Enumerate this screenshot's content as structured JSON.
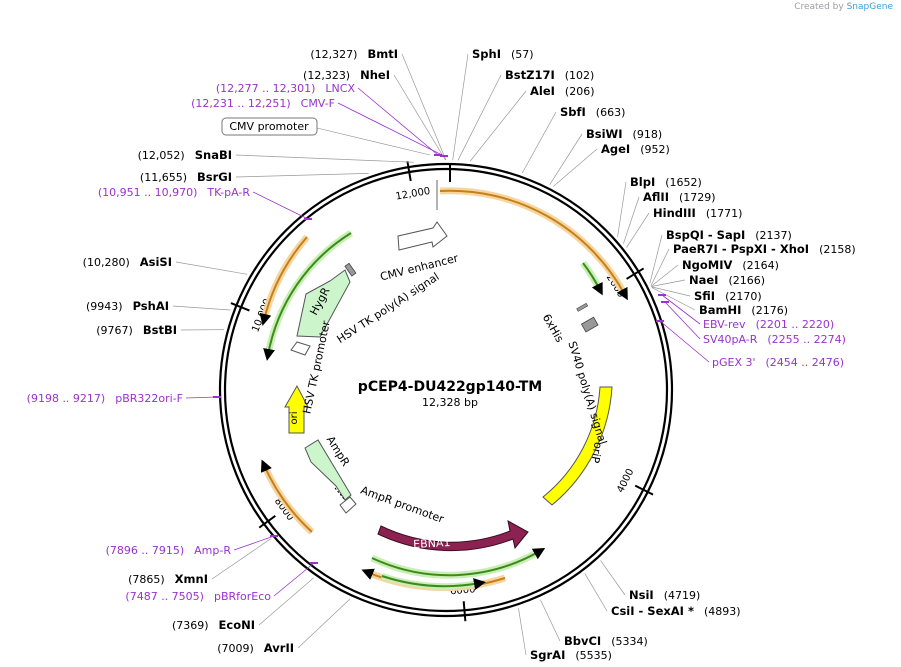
{
  "watermark": {
    "prefix": "Created by",
    "brand": "SnapGene"
  },
  "plasmid": {
    "name": "pCEP4-DU422gp140-TM",
    "size": "12,328 bp"
  },
  "ticks": [
    {
      "label": "2000",
      "pos": 2000
    },
    {
      "label": "4000",
      "pos": 4000
    },
    {
      "label": "6000",
      "pos": 6000
    },
    {
      "label": "8000",
      "pos": 8000
    },
    {
      "label": "10,000",
      "pos": 10000
    },
    {
      "label": "12,000",
      "pos": 12000
    }
  ],
  "enzymes": [
    {
      "name": "BmtI",
      "pos": 12327,
      "pos_label": "(12,327)",
      "side": "left"
    },
    {
      "name": "NheI",
      "pos": 12323,
      "pos_label": "(12,323)",
      "side": "left"
    },
    {
      "name": "SphI",
      "pos": 57,
      "pos_label": "(57)",
      "side": "right"
    },
    {
      "name": "BstZ17I",
      "pos": 102,
      "pos_label": "(102)",
      "side": "right"
    },
    {
      "name": "AleI",
      "pos": 206,
      "pos_label": "(206)",
      "side": "right"
    },
    {
      "name": "SbfI",
      "pos": 663,
      "pos_label": "(663)",
      "side": "right"
    },
    {
      "name": "BsiWI",
      "pos": 918,
      "pos_label": "(918)",
      "side": "right"
    },
    {
      "name": "AgeI",
      "pos": 952,
      "pos_label": "(952)",
      "side": "right"
    },
    {
      "name": "BlpI",
      "pos": 1652,
      "pos_label": "(1652)",
      "side": "right"
    },
    {
      "name": "AflII",
      "pos": 1729,
      "pos_label": "(1729)",
      "side": "right"
    },
    {
      "name": "HindIII",
      "pos": 1771,
      "pos_label": "(1771)",
      "side": "right"
    },
    {
      "name": "BspQI - SapI",
      "pos": 2137,
      "pos_label": "(2137)",
      "side": "right"
    },
    {
      "name": "PaeR7I - PspXI - XhoI",
      "pos": 2158,
      "pos_label": "(2158)",
      "side": "right"
    },
    {
      "name": "NgoMIV",
      "pos": 2164,
      "pos_label": "(2164)",
      "side": "right"
    },
    {
      "name": "NaeI",
      "pos": 2166,
      "pos_label": "(2166)",
      "side": "right"
    },
    {
      "name": "SfiI",
      "pos": 2170,
      "pos_label": "(2170)",
      "side": "right"
    },
    {
      "name": "BamHI",
      "pos": 2176,
      "pos_label": "(2176)",
      "side": "right"
    },
    {
      "name": "NsiI",
      "pos": 4719,
      "pos_label": "(4719)",
      "side": "right"
    },
    {
      "name": "CsiI - SexAI *",
      "pos": 4893,
      "pos_label": "(4893)",
      "side": "right"
    },
    {
      "name": "BbvCI",
      "pos": 5334,
      "pos_label": "(5334)",
      "side": "right"
    },
    {
      "name": "SgrAI",
      "pos": 5535,
      "pos_label": "(5535)",
      "side": "right"
    },
    {
      "name": "AvrII",
      "pos": 7009,
      "pos_label": "(7009)",
      "side": "left"
    },
    {
      "name": "EcoNI",
      "pos": 7369,
      "pos_label": "(7369)",
      "side": "left"
    },
    {
      "name": "XmnI",
      "pos": 7865,
      "pos_label": "(7865)",
      "side": "left"
    },
    {
      "name": "BstBI",
      "pos": 9767,
      "pos_label": "(9767)",
      "side": "left"
    },
    {
      "name": "PshAI",
      "pos": 9943,
      "pos_label": "(9943)",
      "side": "left"
    },
    {
      "name": "AsiSI",
      "pos": 10280,
      "pos_label": "(10,280)",
      "side": "left"
    },
    {
      "name": "BsrGI",
      "pos": 11655,
      "pos_label": "(11,655)",
      "side": "left"
    },
    {
      "name": "SnaBI",
      "pos": 12052,
      "pos_label": "(12,052)",
      "side": "left"
    }
  ],
  "primers": [
    {
      "name": "LNCX",
      "range": "(12,277 .. 12,301)",
      "side": "left"
    },
    {
      "name": "CMV-F",
      "range": "(12,231 .. 12,251)",
      "side": "left"
    },
    {
      "name": "TK-pA-R",
      "range": "(10,951 .. 10,970)",
      "side": "left"
    },
    {
      "name": "pBR322ori-F",
      "range": "(9198 .. 9217)",
      "side": "left"
    },
    {
      "name": "Amp-R",
      "range": "(7896 .. 7915)",
      "side": "left"
    },
    {
      "name": "pBRforEco",
      "range": "(7487 .. 7505)",
      "side": "left"
    },
    {
      "name": "EBV-rev",
      "range": "(2201 .. 2220)",
      "side": "right"
    },
    {
      "name": "SV40pA-R",
      "range": "(2255 .. 2274)",
      "side": "right"
    },
    {
      "name": "pGEX 3'",
      "range": "(2454 .. 2476)",
      "side": "right"
    }
  ],
  "features": [
    {
      "name": "CMV promoter",
      "type": "promoter-box"
    },
    {
      "name": "CMV enhancer",
      "type": "enhancer"
    },
    {
      "name": "HSV TK poly(A) signal",
      "type": "polyA"
    },
    {
      "name": "HygR",
      "type": "cds"
    },
    {
      "name": "HSV TK promoter",
      "type": "promoter"
    },
    {
      "name": "ori",
      "type": "ori"
    },
    {
      "name": "AmpR",
      "type": "cds"
    },
    {
      "name": "AmpR promoter",
      "type": "promoter"
    },
    {
      "name": "EBNA1",
      "type": "cds"
    },
    {
      "name": "oriP",
      "type": "rep-origin"
    },
    {
      "name": "SV40 poly(A) signal",
      "type": "polyA"
    },
    {
      "name": "6xHis",
      "type": "tag"
    }
  ],
  "colors": {
    "backbone": "#000000",
    "primer": "#9933cc",
    "orf_orange": "#e6a23c",
    "orf_green": "#5a9e2f",
    "ebna1": "#8b2252",
    "ori_yellow": "#ffff00",
    "cds_green": "#ccf5cc",
    "grey_feature": "#999999"
  }
}
